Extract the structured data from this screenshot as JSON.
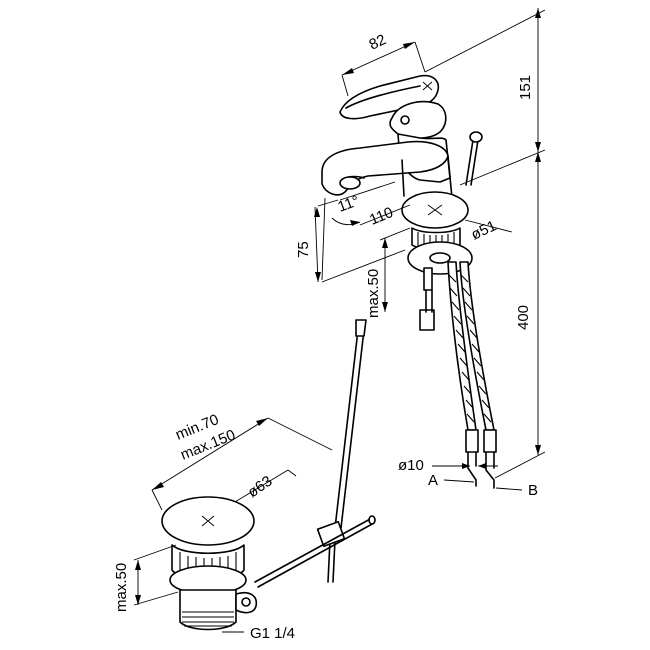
{
  "drawing": {
    "dim_handle_width": "82",
    "dim_height_top": "151",
    "dim_hose_length": "400",
    "dim_spout_angle": "11°",
    "dim_spout_reach": "110",
    "dim_base_diameter": "ø51",
    "dim_spout_height": "75",
    "dim_max_thickness": "max.50",
    "dim_hose_diameter": "ø10",
    "label_a": "A",
    "label_b": "B",
    "dim_rod_min": "min.70",
    "dim_rod_max": "max.150",
    "dim_plug_diameter": "ø63",
    "dim_waste_max": "max.50",
    "thread_size": "G1 1/4"
  }
}
